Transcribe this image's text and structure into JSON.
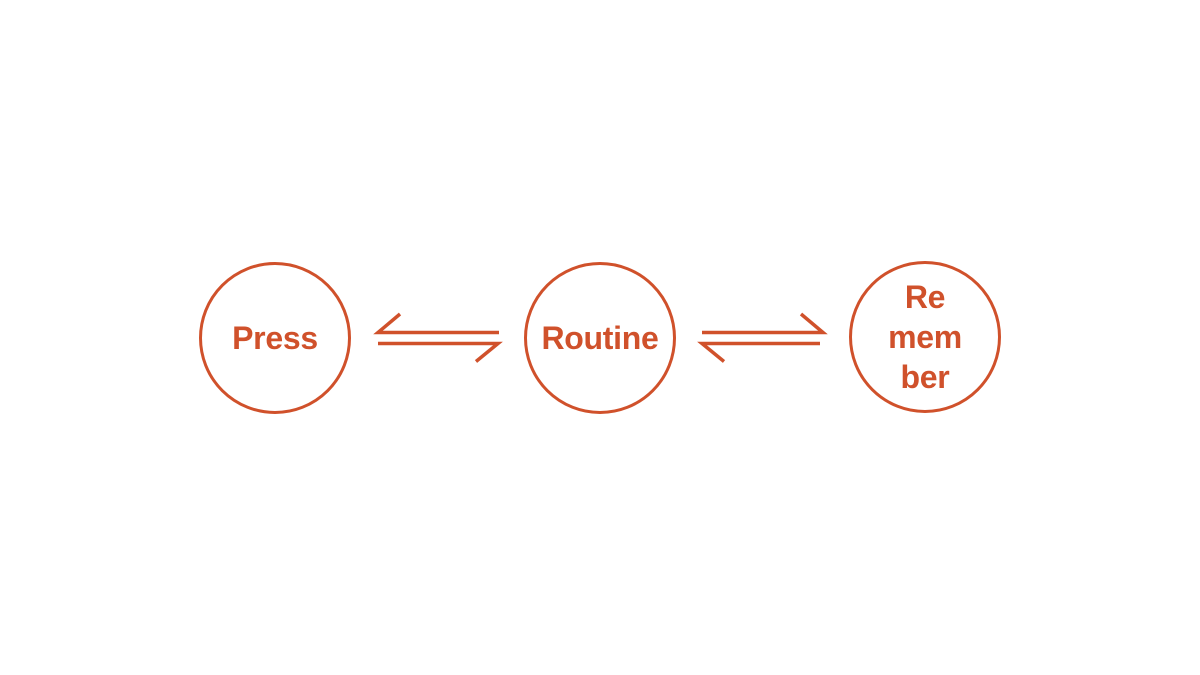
{
  "canvas": {
    "background_color": "#FFFFFF"
  },
  "diagram": {
    "accent_color": "#D0512B",
    "nodes": {
      "press": {
        "label": "Press"
      },
      "routine": {
        "label": "Routine"
      },
      "remember": {
        "lines": [
          "Re",
          "mem",
          "ber"
        ]
      }
    },
    "connectors": [
      {
        "name": "equilibrium-arrow-press-routine",
        "style": "double-harpoon",
        "top_harpoon_points": "left",
        "bottom_harpoon_points": "right"
      },
      {
        "name": "equilibrium-arrow-routine-remember",
        "style": "double-harpoon",
        "top_harpoon_points": "right",
        "bottom_harpoon_points": "left"
      }
    ]
  }
}
